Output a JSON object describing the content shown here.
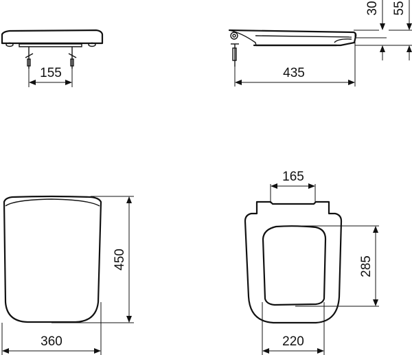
{
  "drawing": {
    "type": "technical dimension drawing",
    "views": {
      "front": {
        "dimensions": {
          "fixing_distance": "155"
        }
      },
      "side": {
        "dimensions": {
          "length": "435",
          "height_closed": "30",
          "height_total": "55"
        }
      },
      "top_lid": {
        "dimensions": {
          "width": "360",
          "length": "450"
        }
      },
      "top_seat": {
        "dimensions": {
          "hinge_width": "165",
          "opening_width": "220",
          "opening_length": "285"
        }
      }
    },
    "colors": {
      "line": "#111111",
      "background": "#ffffff"
    }
  }
}
